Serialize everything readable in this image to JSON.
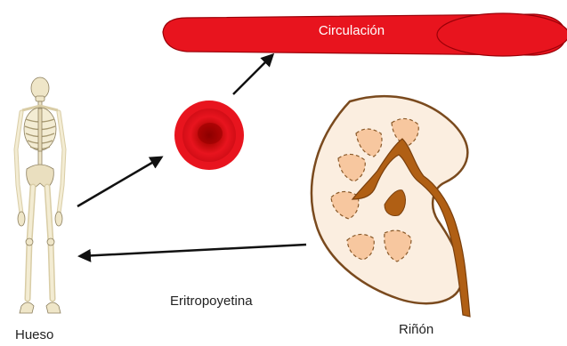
{
  "labels": {
    "circulation": "Circulación",
    "bone": "Hueso",
    "kidney": "Riñón",
    "hormone": "Eritropoyetina"
  },
  "colors": {
    "blood_red": "#e8141e",
    "blood_dark": "#8e0000",
    "kidney_outline": "#7a4a1e",
    "kidney_cortex": "#fbeee0",
    "kidney_pyramid": "#f7c79f",
    "kidney_pelvis": "#b05f14",
    "bone": "#efe6c8",
    "arrow": "#111111"
  }
}
